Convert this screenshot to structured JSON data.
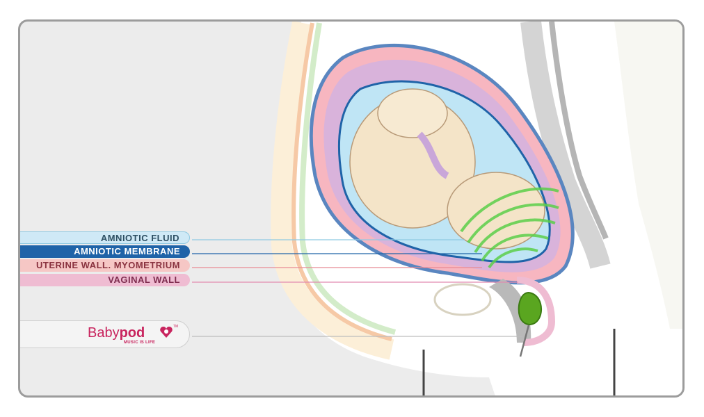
{
  "labels": {
    "amniotic_fluid": "AMNIOTIC FLUID",
    "amniotic_membrane": "AMNIOTIC MEMBRANE",
    "uterine_wall": "UTERINE WALL. MYOMETRIUM",
    "vaginal_wall": "VAGINAL WALL"
  },
  "logo": {
    "brand_light": "Baby",
    "brand_bold": "pod",
    "tagline": "MUSIC IS LIFE",
    "trademark": "TM"
  },
  "colors": {
    "background": "#ececec",
    "frame": "#9c9c9c",
    "amniotic_fluid": "#cfe9f6",
    "amniotic_membrane": "#1f63a8",
    "uterine_wall": "#f6c7c5",
    "vaginal_wall": "#efbcd2",
    "sound_waves": "#5ccf4a",
    "brand": "#c8245e"
  }
}
